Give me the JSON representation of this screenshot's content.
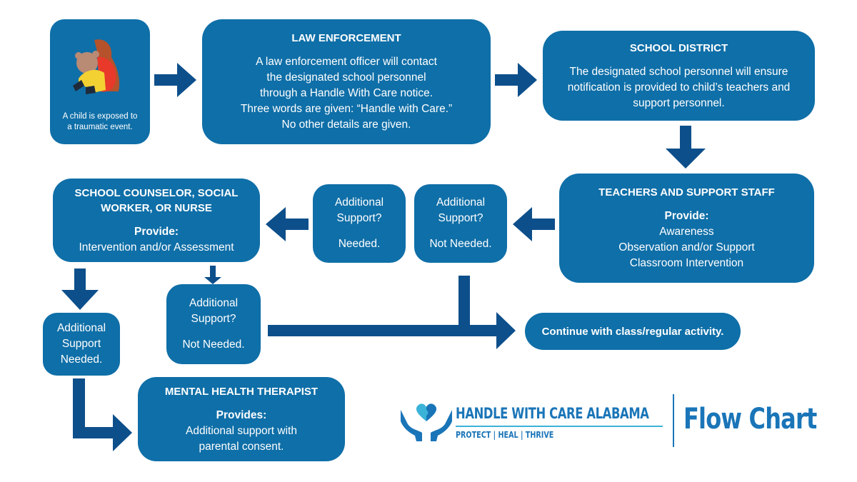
{
  "colors": {
    "box": "#0f6fa8",
    "arrow": "#0d4f8b",
    "brand": "#1a75b8",
    "brand_light": "#3bb3d9"
  },
  "start": {
    "illustration": "child-hugging-teddy-bear",
    "caption_line1": "A child is exposed to",
    "caption_line2": "a traumatic event."
  },
  "law": {
    "title": "LAW ENFORCEMENT",
    "lines": [
      "A law enforcement officer will contact",
      "the designated school personnel",
      "through a Handle With Care notice.",
      "Three words are given: “Handle with Care.”",
      "No other details are given."
    ]
  },
  "district": {
    "title": "SCHOOL DISTRICT",
    "lines": [
      "The designated school personnel will ensure",
      "notification is provided to child’s teachers and",
      "support personnel."
    ]
  },
  "teachers": {
    "title": "TEACHERS AND SUPPORT STAFF",
    "provide": "Provide:",
    "lines": [
      "Awareness",
      "Observation and/or Support",
      "Classroom Intervention"
    ]
  },
  "not_needed_1": {
    "l1": "Additional",
    "l2": "Support?",
    "l3": "Not Needed."
  },
  "needed_1": {
    "l1": "Additional",
    "l2": "Support?",
    "l3": "Needed."
  },
  "counselor": {
    "title1": "SCHOOL COUNSELOR, SOCIAL",
    "title2": "WORKER, OR NURSE",
    "provide": "Provide:",
    "line": "Intervention and/or Assessment"
  },
  "not_needed_2": {
    "l1": "Additional",
    "l2": "Support?",
    "l3": "Not Needed."
  },
  "needed_2": {
    "l1": "Additional",
    "l2": "Support",
    "l3": "Needed."
  },
  "continue": {
    "label": "Continue with class/regular activity."
  },
  "therapist": {
    "title": "MENTAL HEALTH THERAPIST",
    "provide": "Provides:",
    "lines": [
      "Additional support with",
      "parental consent."
    ]
  },
  "brand": {
    "logo": "hands-holding-heart",
    "name": "HANDLE WITH CARE ALABAMA",
    "tagline": "PROTECT | HEAL | THRIVE",
    "doc_title": "Flow Chart"
  }
}
